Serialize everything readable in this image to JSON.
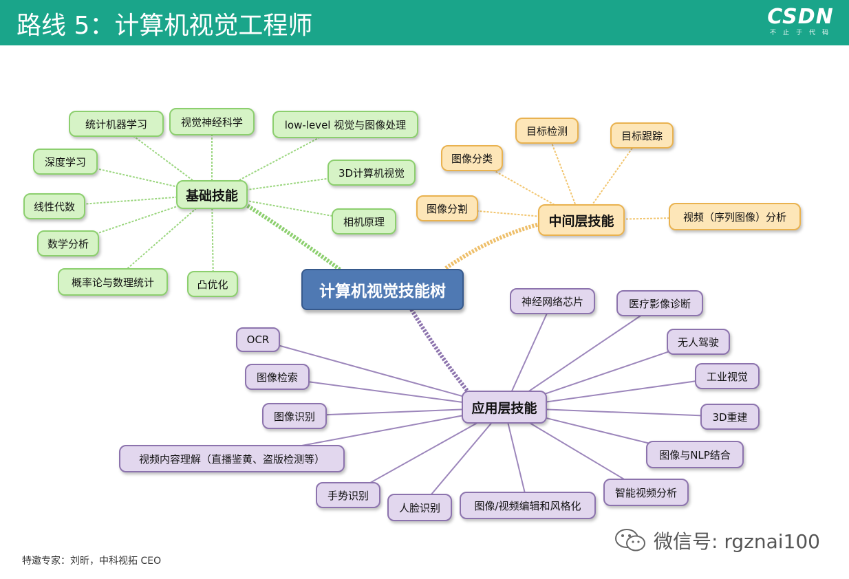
{
  "header": {
    "title": "路线 5：计算机视觉工程师"
  },
  "logo": {
    "mark": "CSDN",
    "tagline": "不止于代码"
  },
  "colors": {
    "header": "#1aa58a",
    "green": "#8ccf6e",
    "orange": "#e9b24f",
    "purple": "#8c73ad",
    "root": "#4f79b3"
  },
  "mindmap": {
    "root": "计算机视觉技能树",
    "basic": {
      "label": "基础技能",
      "children": [
        "统计机器学习",
        "视觉神经科学",
        "low-level 视觉与图像处理",
        "深度学习",
        "3D计算机视觉",
        "线性代数",
        "相机原理",
        "数学分析",
        "概率论与数理统计",
        "凸优化"
      ]
    },
    "middle": {
      "label": "中间层技能",
      "children": [
        "目标检测",
        "目标跟踪",
        "图像分类",
        "图像分割",
        "视频（序列图像）分析"
      ]
    },
    "app": {
      "label": "应用层技能",
      "children": [
        "神经网络芯片",
        "医疗影像诊断",
        "OCR",
        "无人驾驶",
        "图像检索",
        "工业视觉",
        "图像识别",
        "3D重建",
        "视频内容理解（直播鉴黄、盗版检测等）",
        "图像与NLP结合",
        "智能视频分析",
        "手势识别",
        "人脸识别",
        "图像/视频编辑和风格化"
      ]
    }
  },
  "footer": {
    "credit": "特邀专家：刘昕，中科视拓 CEO"
  },
  "wechat": {
    "icon": "wechat-icon",
    "label": "微信号: rgznai100"
  }
}
